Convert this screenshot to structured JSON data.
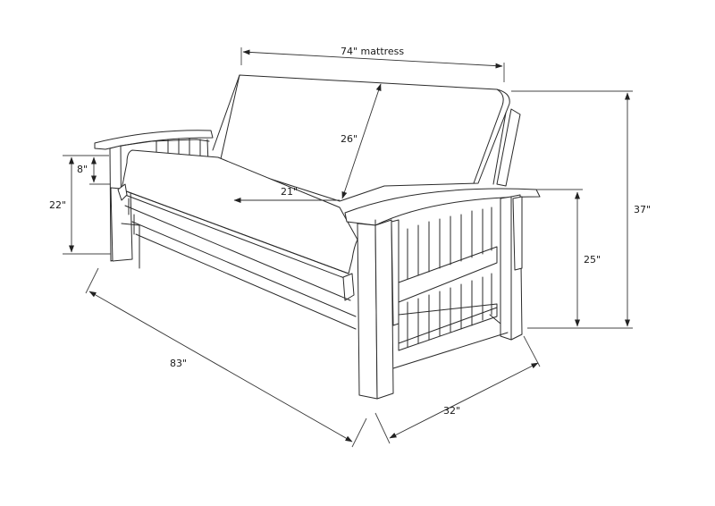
{
  "diagram": {
    "subject": "Futon frame with mattress — dimension drawing",
    "line_color": "#2a2a2a",
    "background": "#ffffff",
    "dimensions": {
      "mattress_width": "74\" mattress",
      "back_height": "26\"",
      "seat_depth": "21\"",
      "seat_thickness": "8\"",
      "seat_height": "22\"",
      "arm_height": "25\"",
      "overall_height": "37\"",
      "overall_width": "83\"",
      "overall_depth": "32\""
    }
  }
}
